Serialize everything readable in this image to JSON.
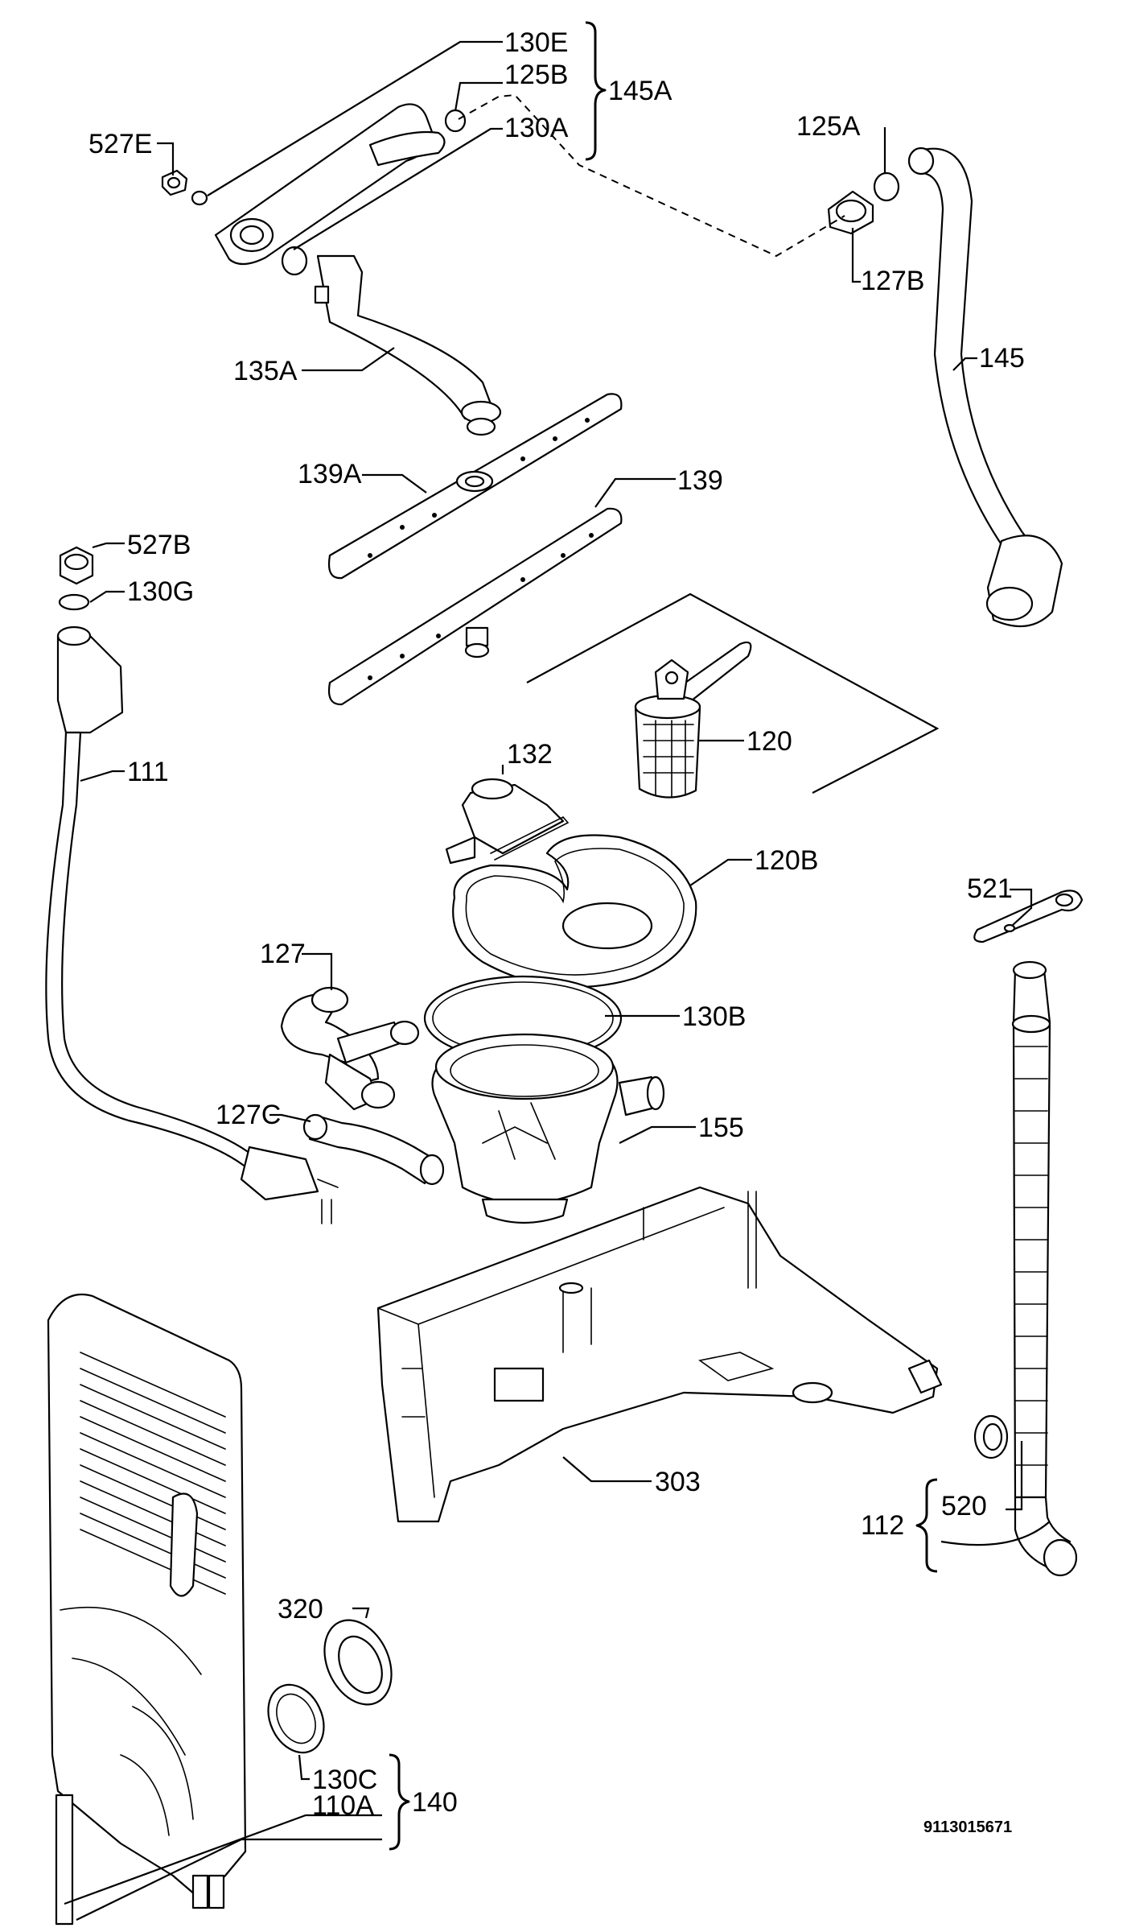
{
  "callouts": {
    "c130E": "130E",
    "c125B": "125B",
    "c145A": "145A",
    "c130A": "130A",
    "c527E": "527E",
    "c125A": "125A",
    "c127B": "127B",
    "c145": "145",
    "c135A": "135A",
    "c139A": "139A",
    "c139": "139",
    "c527B": "527B",
    "c130G": "130G",
    "c111": "111",
    "c132": "132",
    "c120": "120",
    "c120B": "120B",
    "c521": "521",
    "c127": "127",
    "c130B": "130B",
    "c127C": "127C",
    "c155": "155",
    "c303": "303",
    "c520": "520",
    "c112": "112",
    "c320": "320",
    "c130C": "130C",
    "c110A": "110A",
    "c140": "140"
  },
  "reference_number": "9113015671"
}
